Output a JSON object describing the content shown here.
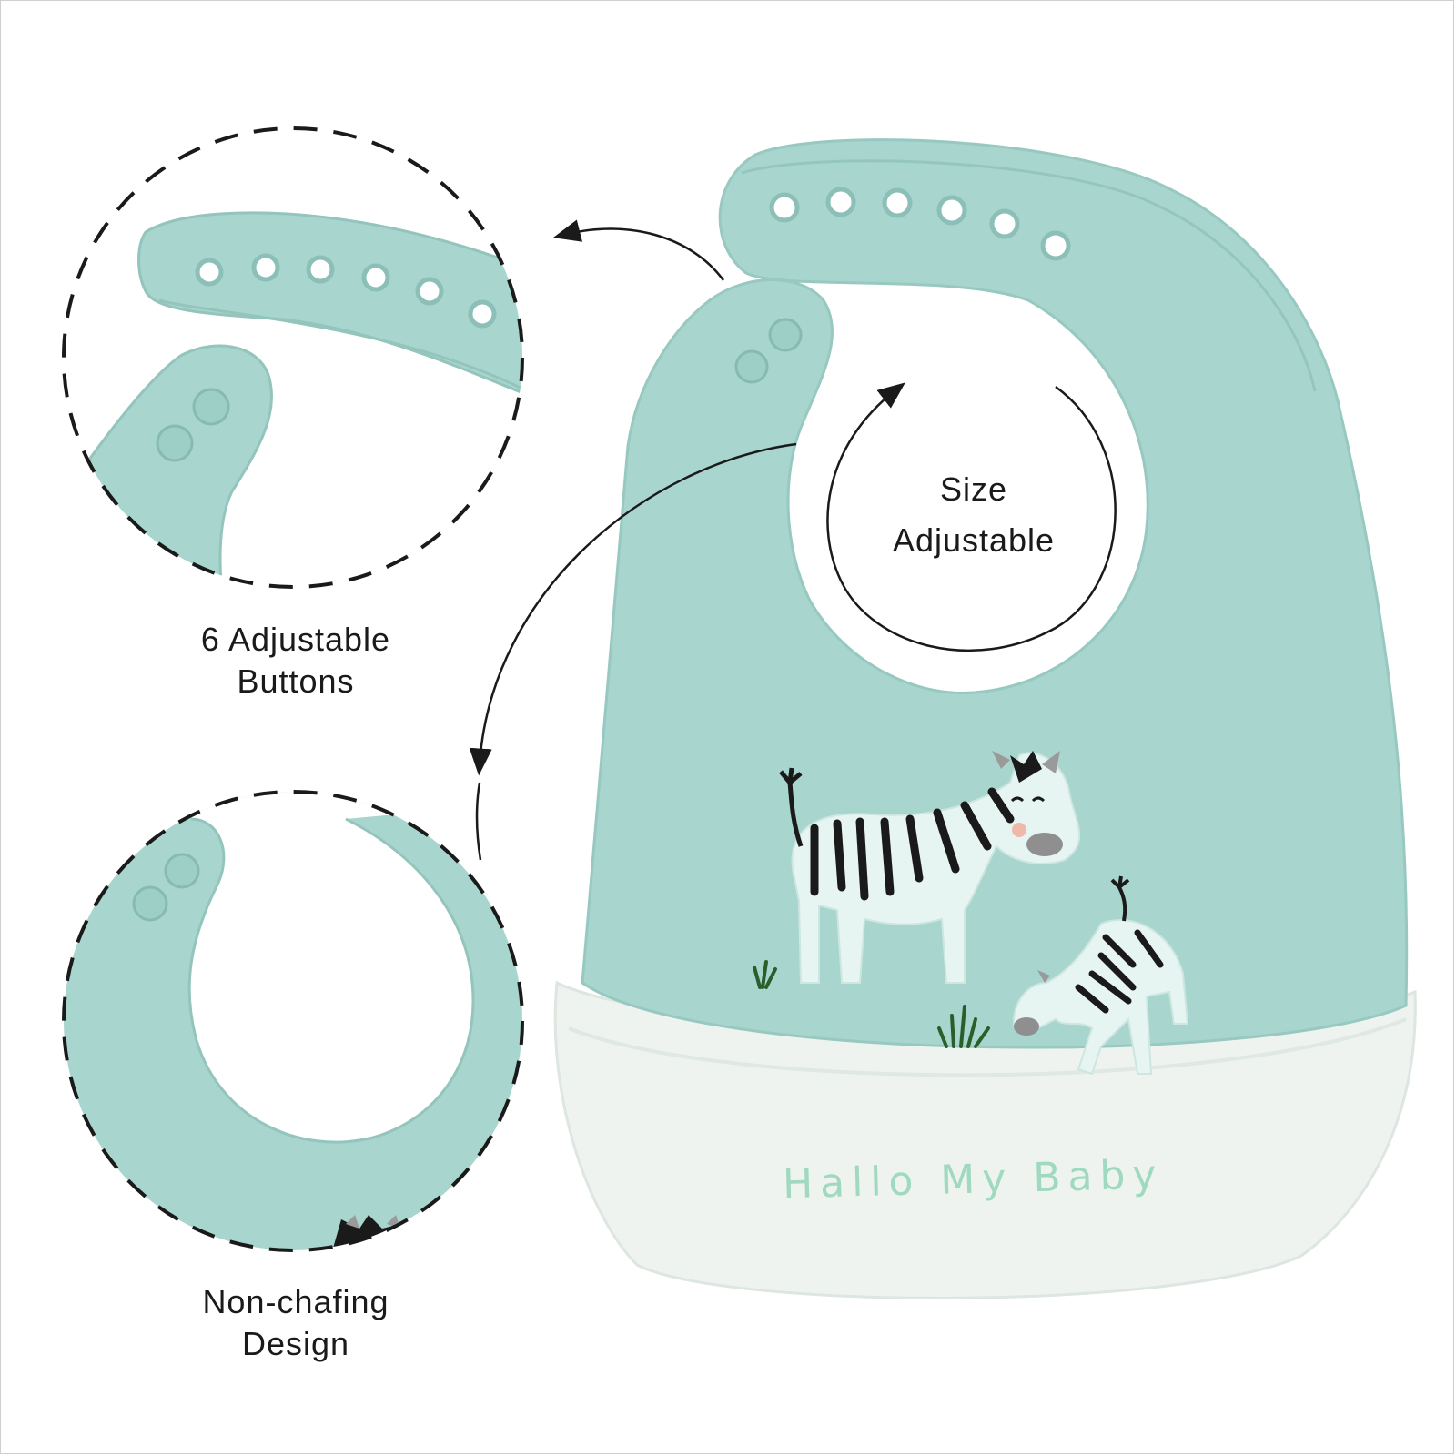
{
  "labels": {
    "buttons": [
      "6 Adjustable",
      "Buttons"
    ],
    "size": [
      "Size",
      "Adjustable"
    ],
    "chafing": [
      "Non-chafing",
      "Design"
    ]
  },
  "bib_print": "Hallo My Baby",
  "colors": {
    "bib": "#a8d5ce",
    "bib_edge": "#8fc4bc",
    "pocket": "#eef3ef",
    "print_text": "#9fd9c0",
    "ink": "#1a1a1a"
  },
  "icons": [
    "zebra-adult-icon",
    "zebra-foal-icon",
    "grass-icon",
    "arrow-icon"
  ]
}
